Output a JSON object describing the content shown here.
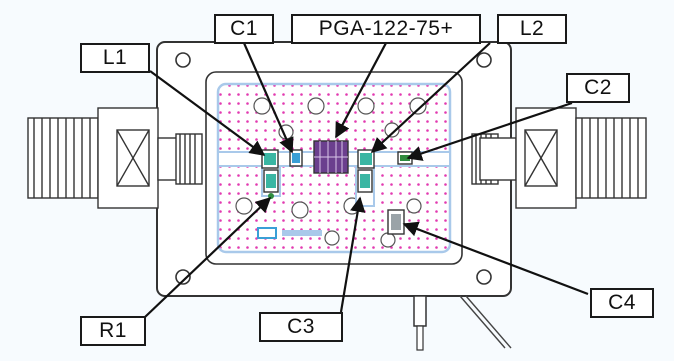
{
  "labels": {
    "c1": "C1",
    "part": "PGA-122-75+",
    "l2": "L2",
    "l1": "L1",
    "c2": "C2",
    "r1": "R1",
    "c3": "C3",
    "c4": "C4"
  },
  "colors": {
    "background": "#f7fbfe",
    "board": "#ffffff",
    "trace": "#a9c9ea",
    "via_dots": "#e23ab0",
    "ic": "#6b3f8e",
    "outline": "#333333"
  }
}
